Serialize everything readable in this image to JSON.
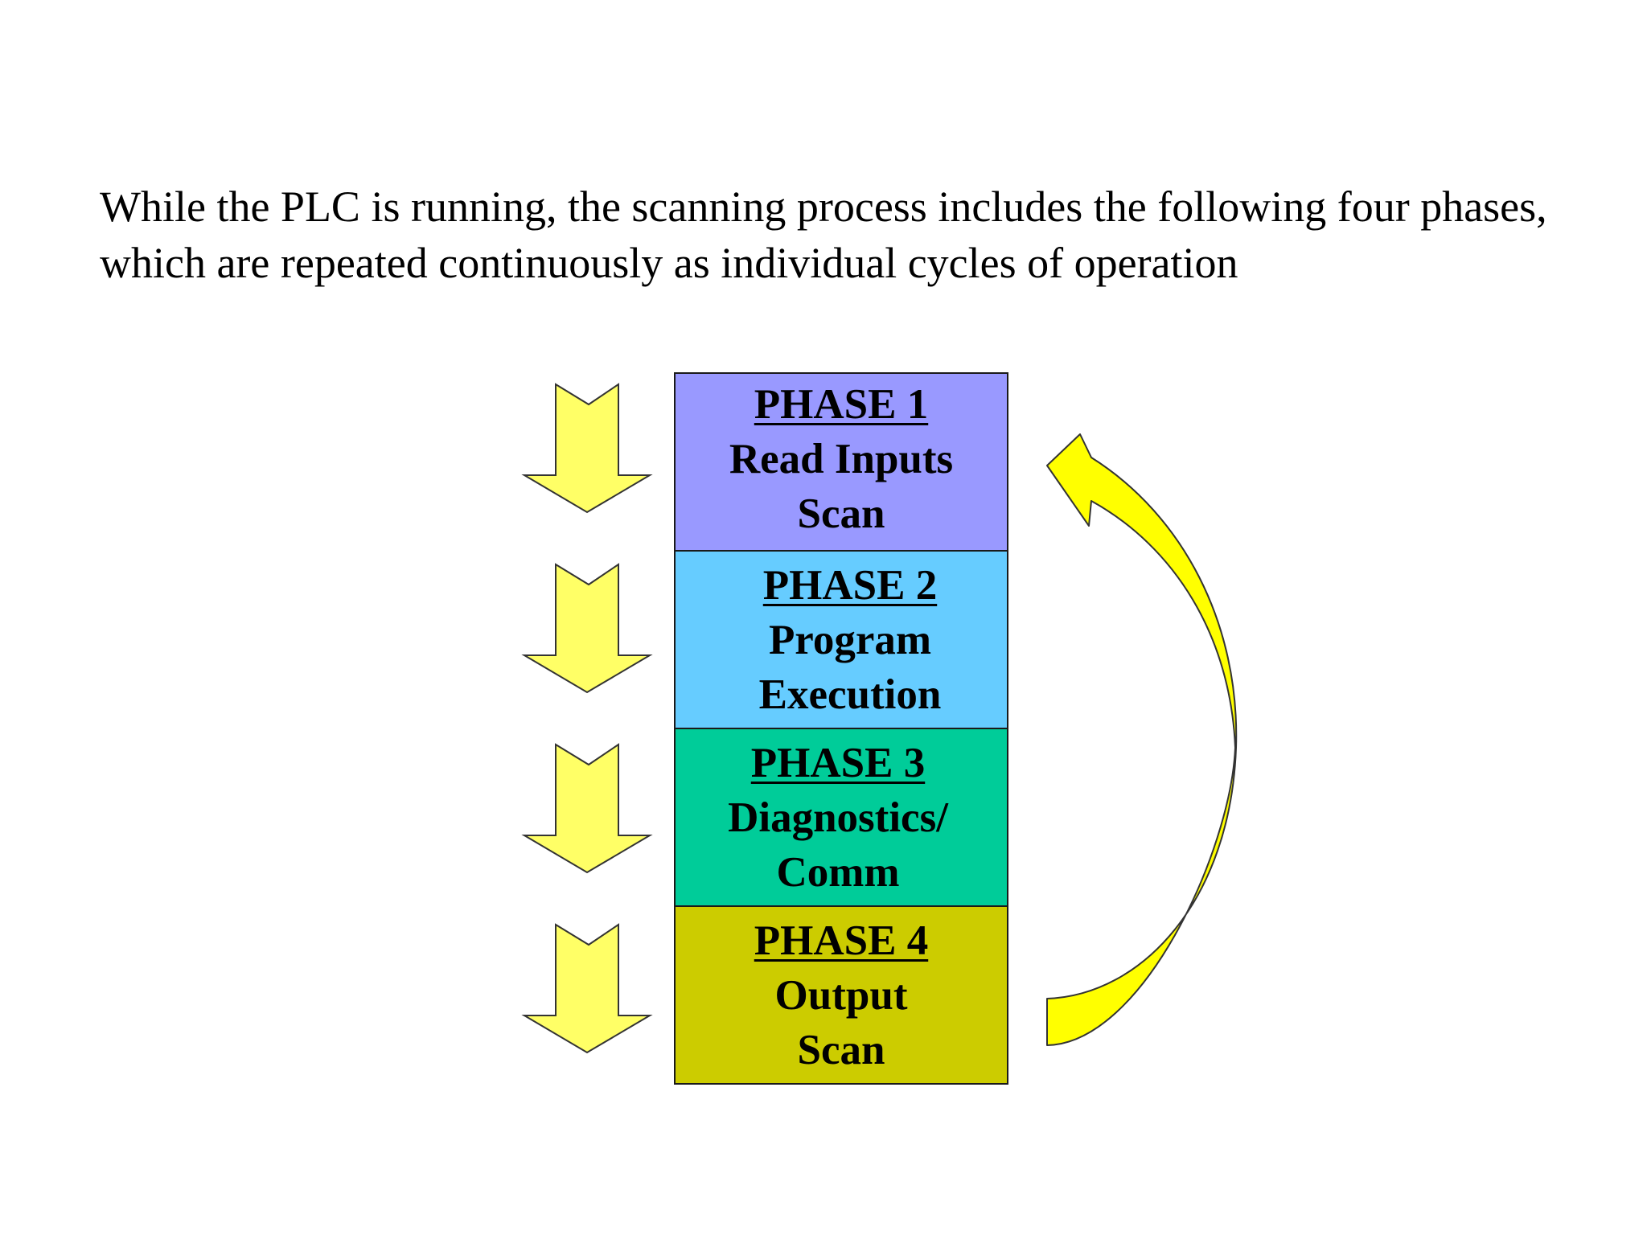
{
  "intro_text": "While the PLC is running, the scanning process includes the following four phases, which are repeated continuously as individual cycles of operation",
  "phases": [
    {
      "title": "PHASE 1",
      "line1": "Read Inputs",
      "line2": "Scan",
      "color": "#9999ff"
    },
    {
      "title": "PHASE 2",
      "line1": "Program",
      "line2": "Execution",
      "color": "#66ccff"
    },
    {
      "title": "PHASE 3",
      "line1": "Diagnostics/",
      "line2": "Comm",
      "color": "#00cc99"
    },
    {
      "title": "PHASE 4",
      "line1": "Output",
      "line2": "Scan",
      "color": "#cccc00"
    }
  ],
  "colors": {
    "down_arrow_fill": "#ffff66",
    "return_arrow_fill": "#ffff00",
    "outline": "#333333"
  },
  "icons": {
    "down_arrow": "arrow-down-icon",
    "return_arrow": "curved-return-arrow-icon"
  }
}
